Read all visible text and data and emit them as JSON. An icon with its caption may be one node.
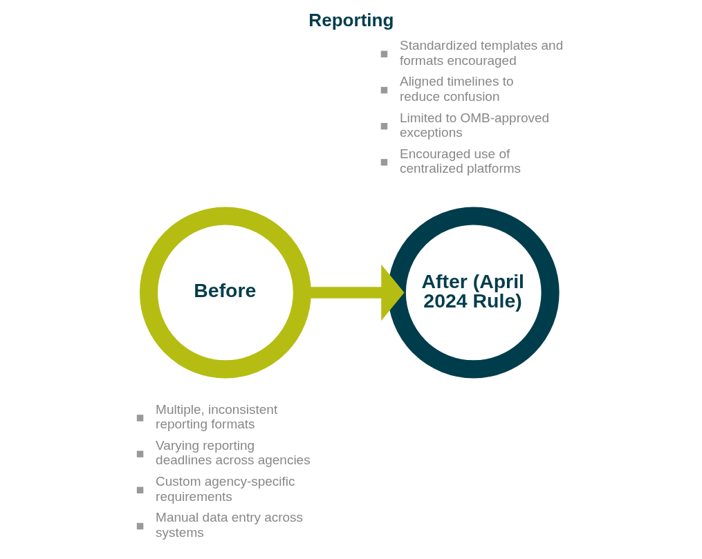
{
  "diagram": {
    "title": "Reporting",
    "nodes": [
      {
        "text": [
          "Before"
        ],
        "beside": [
          "Multiple, inconsistent reporting formats",
          "Varying reporting deadlines across agencies",
          "Custom agency-specific requirements",
          "Manual data entry across systems"
        ]
      },
      {
        "text": [
          "After (April 2024 Rule)"
        ],
        "beside": [
          "Standardized templates and formats encouraged",
          "Aligned timelines to reduce confusion",
          "Limited to OMB-approved exceptions",
          "Encouraged use of centralized platforms"
        ]
      }
    ],
    "edges": [
      {
        "from": 0,
        "to": 1,
        "arrow": "to"
      }
    ]
  }
}
